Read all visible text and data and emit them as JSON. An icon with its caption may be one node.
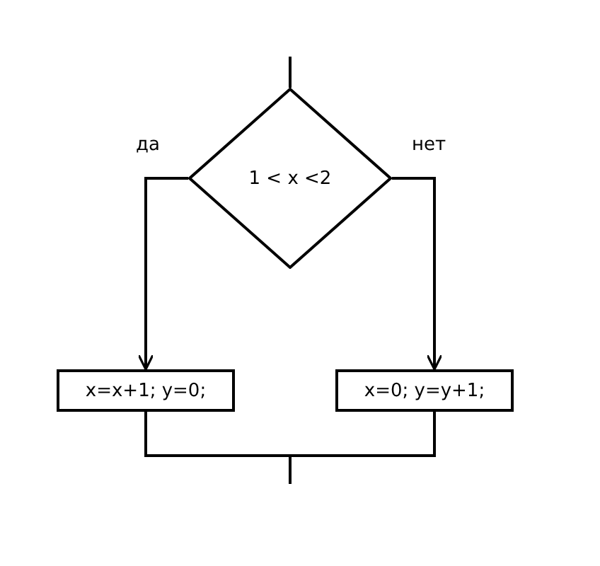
{
  "diagram": {
    "nodes": [
      {
        "text": [
          "1 < x <2"
        ]
      },
      {
        "text": [
          "x=x+1; y=0;"
        ]
      },
      {
        "text": [
          "x=0; y=y+1;"
        ]
      }
    ],
    "edges": [
      {
        "from": null,
        "to": 0,
        "arrow": "none"
      },
      {
        "from": 0,
        "to": 1,
        "arrow": "to",
        "label": "да"
      },
      {
        "from": 0,
        "to": 2,
        "arrow": "to",
        "label": "нет"
      },
      {
        "from": 1,
        "to": null,
        "arrow": "none"
      },
      {
        "from": 2,
        "to": null,
        "arrow": "none"
      }
    ]
  }
}
